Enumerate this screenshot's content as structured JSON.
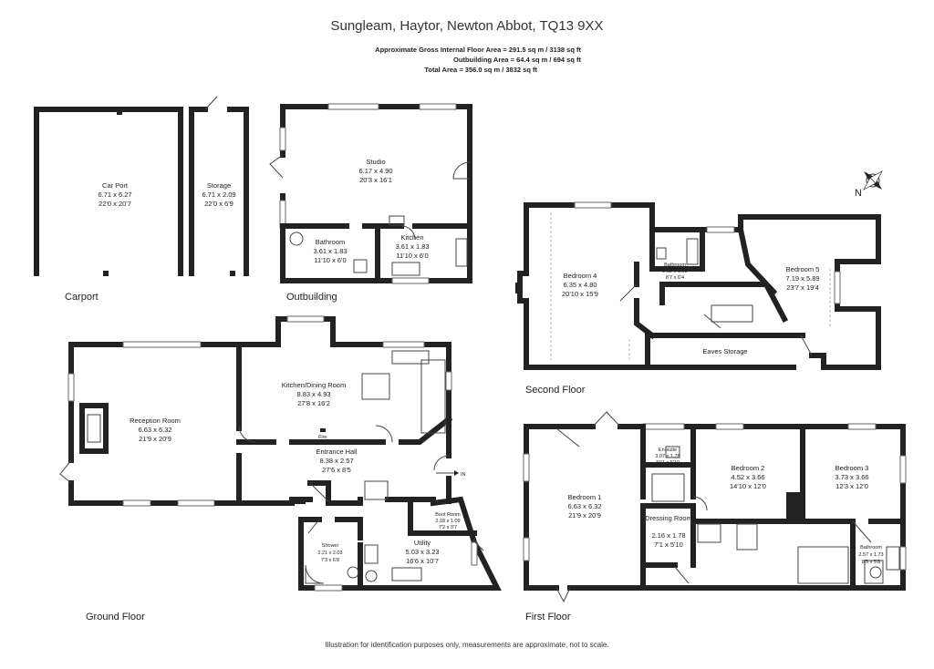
{
  "header": {
    "title": "Sungleam, Haytor, Newton Abbot, TQ13 9XX",
    "area_gross": "Approximate Gross Internal Floor Area  = 291.5 sq m  / 3138 sq ft",
    "area_outbuilding": "Outbuilding Area = 64.4 sq m  / 694 sq ft",
    "area_total": "Total Area = 356.0 sq m  / 3832 sq ft"
  },
  "compass_label": "N",
  "floors": {
    "carport": "Carport",
    "outbuilding": "Outbuilding",
    "second": "Second Floor",
    "ground": "Ground Floor",
    "first": "First Floor"
  },
  "rooms": {
    "car_port": {
      "name": "Car Port",
      "m": "6.71 x 6.27",
      "ft": "22'0 x 20'7"
    },
    "storage": {
      "name": "Storage",
      "m": "6.71 x 2.09",
      "ft": "22'0 x 6'9"
    },
    "studio": {
      "name": "Studio",
      "m": "6.17 x 4.90",
      "ft": "20'3 x 16'1"
    },
    "out_bathroom": {
      "name": "Bathroom",
      "m": "3.61 x 1.83",
      "ft": "11'10 x 6'0"
    },
    "out_kitchen": {
      "name": "Kitchen",
      "m": "3.61 x 1.83",
      "ft": "11'10 x 6'0"
    },
    "bedroom4": {
      "name": "Bedroom 4",
      "m": "6.35 x 4.80",
      "ft": "20'10 x 15'9"
    },
    "sf_bathroom": {
      "name": "Bathroom",
      "m": "2.62 x 1.93",
      "ft": "8'7 x 6'4"
    },
    "bedroom5": {
      "name": "Bedroom 5",
      "m": "7.19 x 5.89",
      "ft": "23'7 x 19'4"
    },
    "eaves": {
      "name": "Eaves Storage"
    },
    "reception": {
      "name": "Reception Room",
      "m": "6.63 x 6.32",
      "ft": "21'9 x 20'9"
    },
    "kitchen_dining": {
      "name": "Kitchen/Dining Room",
      "m": "8.83 x 4.93",
      "ft": "27'8 x 16'2"
    },
    "entrance": {
      "name": "Entrance Hall",
      "m": "8.38 x 2.57",
      "ft": "27'6 x 8'5"
    },
    "boot_room": {
      "name": "Boot Room",
      "m": "2.18 x 1.09",
      "ft": "7'2 x 3'7"
    },
    "shower": {
      "name": "Shower",
      "m": "2.21 x 2.03",
      "ft": "7'3 x 6'8"
    },
    "utility": {
      "name": "Utility",
      "m": "5.03 x 3.23",
      "ft": "16'6 x 10'7"
    },
    "bedroom1": {
      "name": "Bedroom 1",
      "m": "6.63 x 6.32",
      "ft": "21'9 x 20'9"
    },
    "ensuite": {
      "name": "En-suite",
      "m": "3.07 x 1.78",
      "ft": "10'1 x 5'10"
    },
    "dressing": {
      "name": "Dressing Room",
      "m": "2.16 x 1.78",
      "ft": "7'1 x 5'10"
    },
    "bedroom2": {
      "name": "Bedroom 2",
      "m": "4.52 x 3.66",
      "ft": "14'10 x 12'0"
    },
    "bedroom3": {
      "name": "Bedroom 3",
      "m": "3.73 x 3.66",
      "ft": "12'3 x 12'0"
    },
    "ff_bathroom": {
      "name": "Bathroom",
      "m": "2.57 x 1.73",
      "ft": "8'5 x 5'8"
    }
  },
  "marks": {
    "in": "IN",
    "fire": "Fire"
  },
  "footer": "Illustration for identification purposes only, measurements are approximate, not to scale."
}
